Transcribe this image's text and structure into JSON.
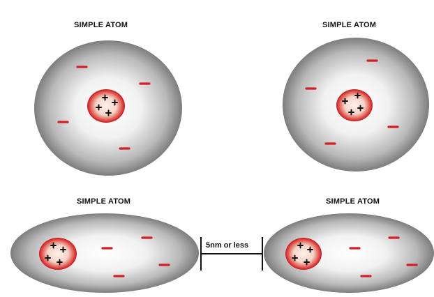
{
  "atoms": [
    {
      "title": "SIMPLE ATOM"
    },
    {
      "title": "SIMPLE ATOM"
    },
    {
      "title": "SIMPLE ATOM"
    },
    {
      "title": "SIMPLE ATOM"
    }
  ],
  "distance_label": "5nm or less",
  "colors": {
    "electron": "#d11f26",
    "nucleus_edge": "#d6262b",
    "nucleus_core": "#fbe9e3",
    "cloud_edge": "#7a7a7a",
    "cloud_center": "#ffffff",
    "proton_sign": "#111111"
  },
  "icons": {
    "electron": "minus-sign",
    "proton": "plus-sign"
  }
}
